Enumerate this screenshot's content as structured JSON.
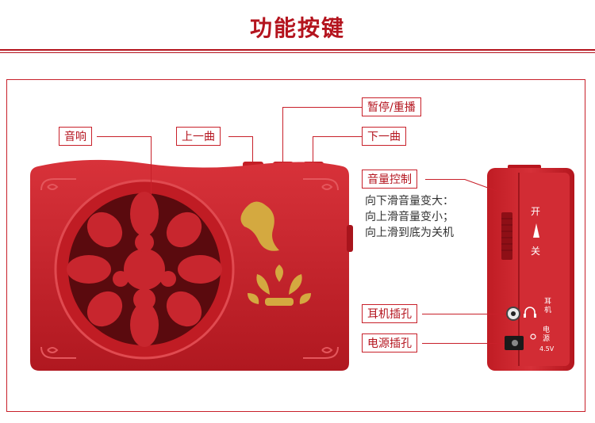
{
  "header": {
    "title": "功能按键"
  },
  "labels": {
    "speaker": "音响",
    "prev_track": "上一曲",
    "pause_replay": "暂停/重播",
    "next_track": "下一曲",
    "volume": "音量控制",
    "earphone": "耳机插孔",
    "power_jack": "电源插孔"
  },
  "volume_notes": [
    "向下滑音量变大：",
    "向上滑音量变小；",
    "向上滑到底为关机"
  ],
  "side_markings": {
    "on": "开",
    "off": "关",
    "earphone": "耳机",
    "power": "电源",
    "voltage": "4.5V"
  },
  "colors": {
    "accent": "#b4141e",
    "body_red": "#c8202a",
    "gold": "#d4a940"
  }
}
